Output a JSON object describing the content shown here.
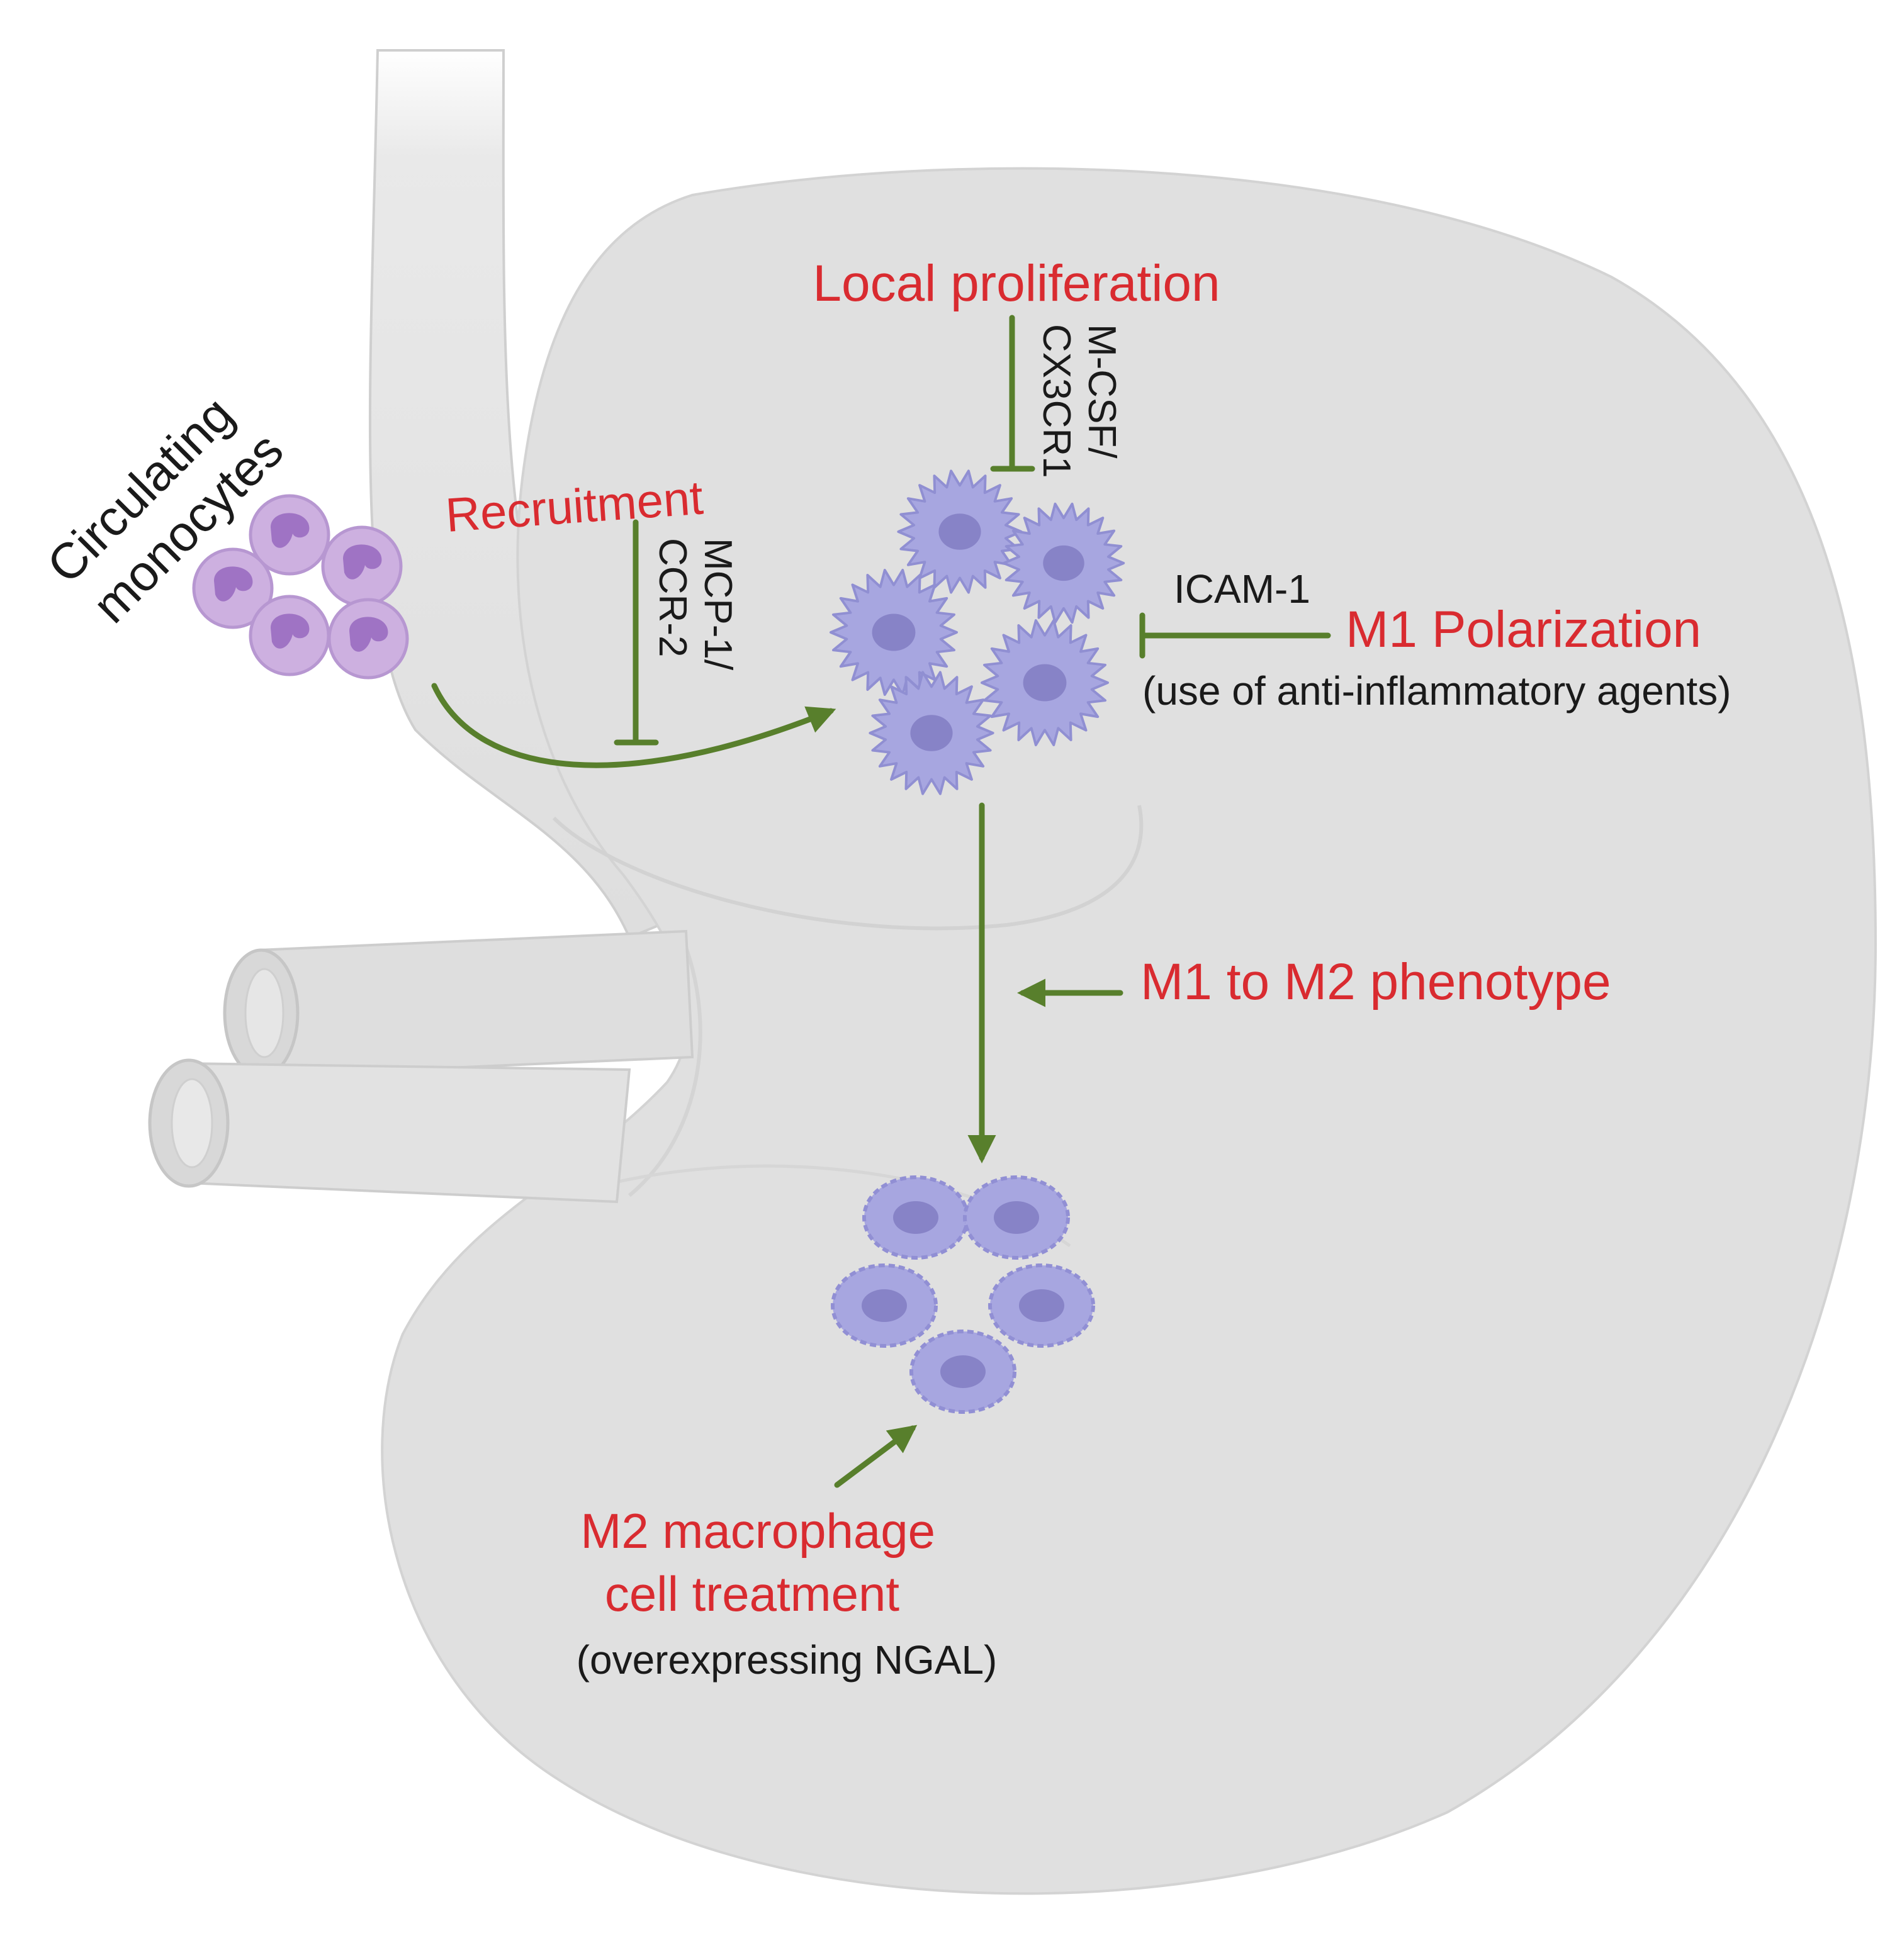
{
  "labels": {
    "circulating_monocytes": [
      "Circulating",
      "monocytes"
    ],
    "recruitment": "Recruitment",
    "mcp1_ccr2": [
      "MCP-1/",
      "CCR-2"
    ],
    "local_proliferation": "Local proliferation",
    "mcsf_cx3cr1": [
      "M-CSF/",
      "CX3CR1"
    ],
    "icam1": "ICAM-1",
    "m1_polarization": "M1 Polarization",
    "anti_inflammatory": "(use of anti-inflammatory agents)",
    "m1_to_m2": "M1 to M2 phenotype",
    "m2_treatment": [
      "M2 macrophage",
      "cell treatment"
    ],
    "ngal": "(overexpressing NGAL)"
  },
  "colors": {
    "red_text": "#d92b30",
    "dark_text": "#1a1a1a",
    "arrow_green": "#587f2c",
    "kidney_fill": "#e0e0e0",
    "monocyte": "#c7a6dc",
    "macrophage": "#a7a6e0",
    "nucleus": "#8783c7"
  }
}
